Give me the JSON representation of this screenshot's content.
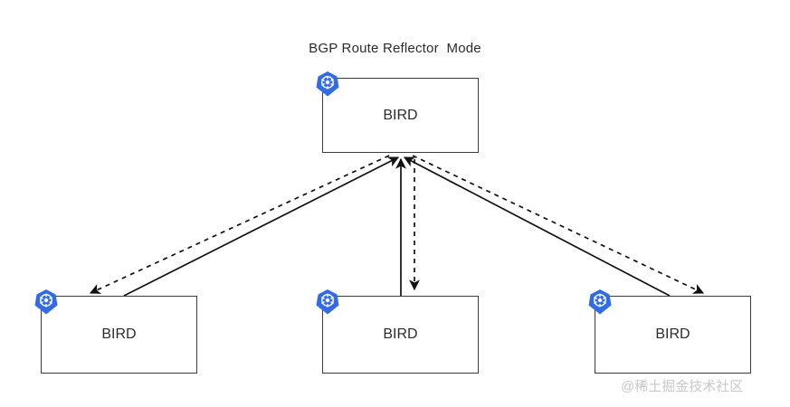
{
  "diagram": {
    "title": "BGP Route Reflector  Mode",
    "background_color": "#ffffff",
    "border_color": "#3b3b3b",
    "text_color": "#2b2b2b",
    "accent_color": "#326ce5",
    "watermark": "@稀土掘金技术社区",
    "watermark_color": "#c9c9c9",
    "nodes": [
      {
        "id": "top",
        "label": "BIRD",
        "role": "route-reflector",
        "icon": "kubernetes-icon"
      },
      {
        "id": "left",
        "label": "BIRD",
        "role": "client",
        "icon": "kubernetes-icon"
      },
      {
        "id": "mid",
        "label": "BIRD",
        "role": "client",
        "icon": "kubernetes-icon"
      },
      {
        "id": "right",
        "label": "BIRD",
        "role": "client",
        "icon": "kubernetes-icon"
      }
    ],
    "connections": [
      {
        "from": "top",
        "to": "left",
        "style": "dashed",
        "arrow": "end"
      },
      {
        "from": "top",
        "to": "mid",
        "style": "dashed",
        "arrow": "end"
      },
      {
        "from": "top",
        "to": "right",
        "style": "dashed",
        "arrow": "end"
      },
      {
        "from": "left",
        "to": "top",
        "style": "solid",
        "arrow": "end"
      },
      {
        "from": "mid",
        "to": "top",
        "style": "solid",
        "arrow": "end"
      },
      {
        "from": "right",
        "to": "top",
        "style": "solid",
        "arrow": "end"
      }
    ]
  }
}
